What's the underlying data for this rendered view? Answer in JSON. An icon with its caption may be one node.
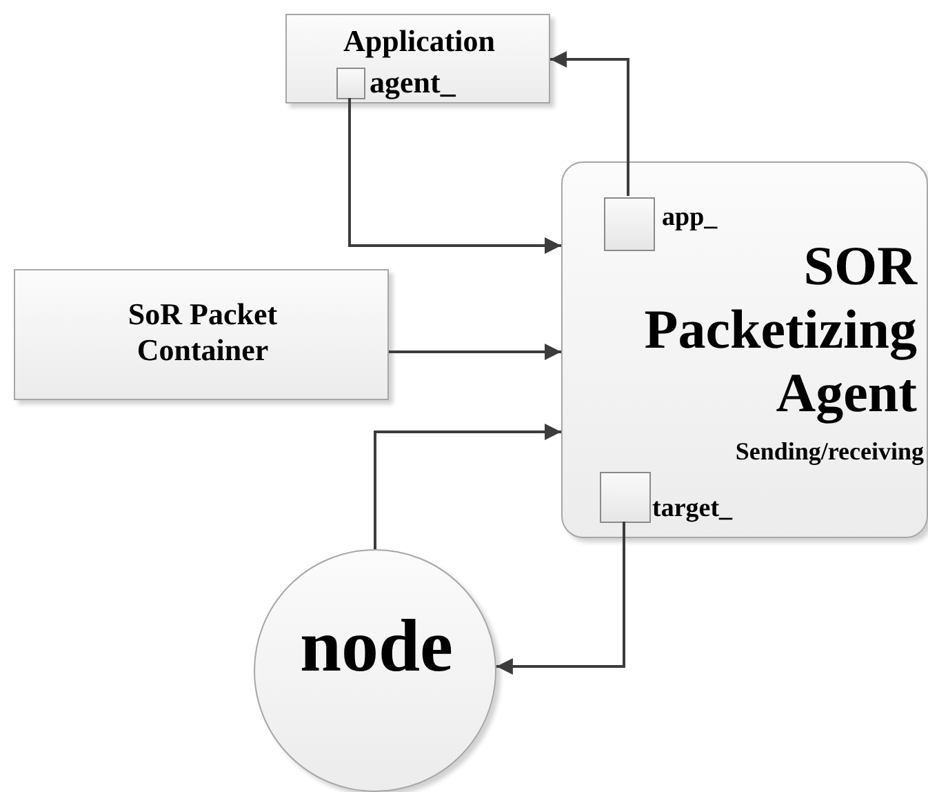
{
  "diagram": {
    "nodes": [
      {
        "text": [
          "Application"
        ]
      },
      {
        "text": [],
        "shape": "box",
        "in": 0,
        "beside": [
          "agent_"
        ]
      },
      {
        "text": [
          "SoR Packet Container"
        ]
      },
      {
        "text": [
          "SOR Packetizing Agent",
          "Sending/receiving"
        ]
      },
      {
        "text": [],
        "shape": "box",
        "in": 3,
        "beside": [
          "app_"
        ]
      },
      {
        "text": [],
        "shape": "box",
        "in": 3,
        "beside": [
          "target_"
        ]
      },
      {
        "text": [
          "node"
        ]
      }
    ],
    "edges": [
      {
        "from": 1,
        "to": 3,
        "arrow": "to"
      },
      {
        "from": 4,
        "to": 0,
        "arrow": "to"
      },
      {
        "from": 2,
        "to": 3,
        "arrow": "to"
      },
      {
        "from": 6,
        "to": 3,
        "arrow": "to"
      },
      {
        "from": 5,
        "to": 6,
        "arrow": "to"
      }
    ]
  }
}
